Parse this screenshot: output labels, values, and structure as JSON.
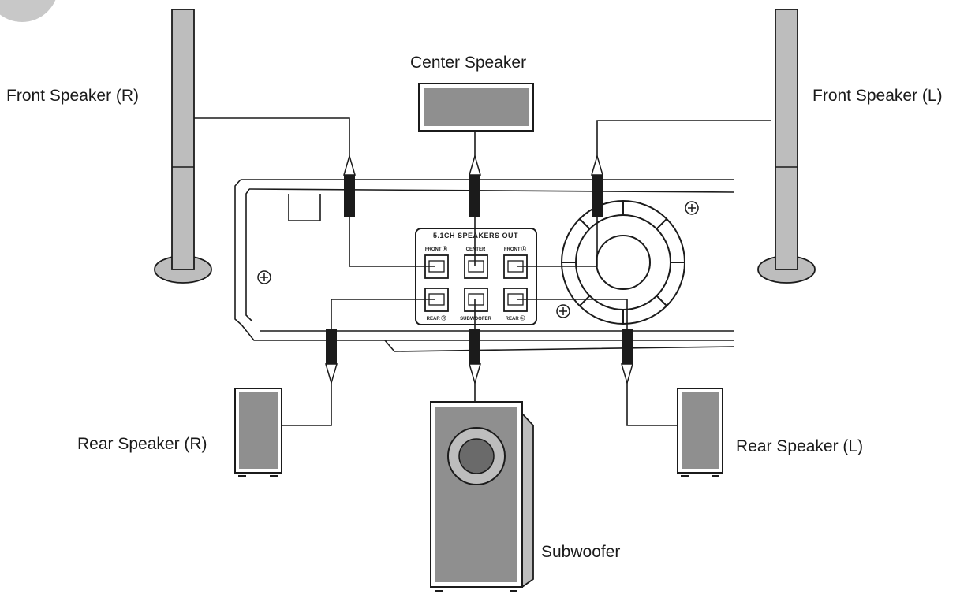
{
  "labels": {
    "front_right": "Front Speaker (R)",
    "front_left": "Front Speaker (L)",
    "center": "Center Speaker",
    "rear_right": "Rear Speaker (R)",
    "rear_left": "Rear Speaker (L)",
    "subwoofer": "Subwoofer"
  },
  "panel": {
    "title": "5.1CH SPEAKERS OUT",
    "jacks": {
      "front_r": "FRONT Ⓡ",
      "center": "CENTER",
      "front_l": "FRONT Ⓛ",
      "rear_r": "REAR Ⓡ",
      "subwoofer": "SUBWOOFER",
      "rear_l": "REAR Ⓛ"
    }
  },
  "colors": {
    "speaker_fill": "#bdbdbd",
    "speaker_dark": "#8f8f8f",
    "line": "#1b1b1b",
    "background": "#ffffff"
  }
}
